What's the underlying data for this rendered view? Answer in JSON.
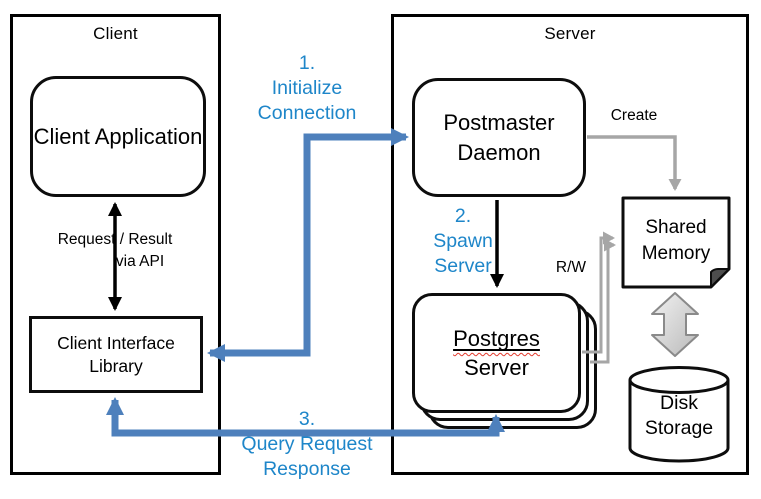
{
  "client_group": {
    "title": "Client",
    "application_label": "Client Application",
    "interface_label": "Client Interface Library",
    "api_label_line1": "Request / Result",
    "api_label_line2": "via API"
  },
  "server_group": {
    "title": "Server",
    "postmaster_label": "Postmaster Daemon",
    "postgres_label_line1": "Postgres",
    "postgres_label_line2": "Server",
    "shared_memory_label": "Shared Memory",
    "disk_storage_label": "Disk Storage",
    "create_label": "Create",
    "rw_label": "R/W"
  },
  "steps": [
    {
      "num": "1.",
      "line1": "Initialize",
      "line2": "Connection"
    },
    {
      "num": "2.",
      "line1": "Spawn",
      "line2": "Server"
    },
    {
      "num": "3.",
      "line1": "Query Request",
      "line2": "Response"
    }
  ],
  "colors": {
    "connector_blue": "#4e80bc",
    "step_text_blue": "#1e86c9",
    "connector_gray": "#a6a6a6",
    "box_border": "#000000",
    "spellcheck_red": "#e23b2e"
  }
}
